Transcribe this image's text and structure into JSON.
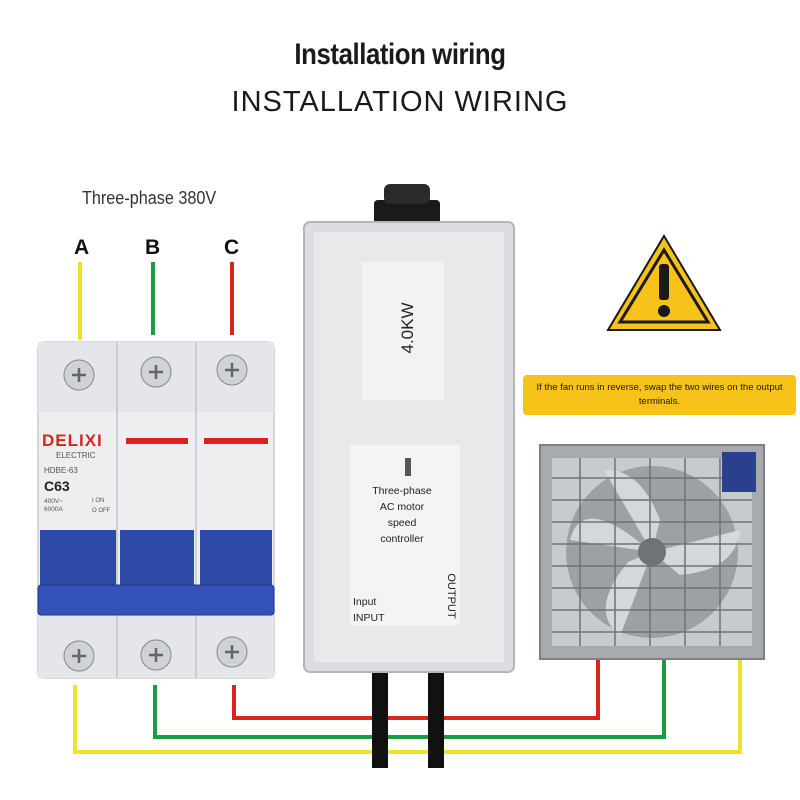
{
  "title": "Installation wiring",
  "subtitle": "INSTALLATION WIRING",
  "supply_label": "Three-phase 380V",
  "phases": [
    "A",
    "B",
    "C"
  ],
  "breaker": {
    "brand": "DELIXI",
    "sub": "ELECTRIC",
    "model": "HDBE-63",
    "rating": "C63",
    "spec_line1": "400V~",
    "spec_line2": "6000A",
    "on_label": "I ON",
    "off_label": "O OFF"
  },
  "controller": {
    "rating_label": "4.0KW",
    "name_lines": [
      "Three-phase",
      "AC motor",
      "speed",
      "controller"
    ],
    "input_lines": [
      "Input",
      "INPUT"
    ],
    "output_label": "OUTPUT"
  },
  "warning": {
    "text": "If the fan runs in reverse, swap the two wires on the output terminals."
  },
  "colors": {
    "phase_a": "#f2e12b",
    "phase_b": "#1e9a40",
    "phase_c": "#d8261e",
    "warning_yellow": "#f7c21a",
    "breaker_blue": "#2e4aa8"
  }
}
